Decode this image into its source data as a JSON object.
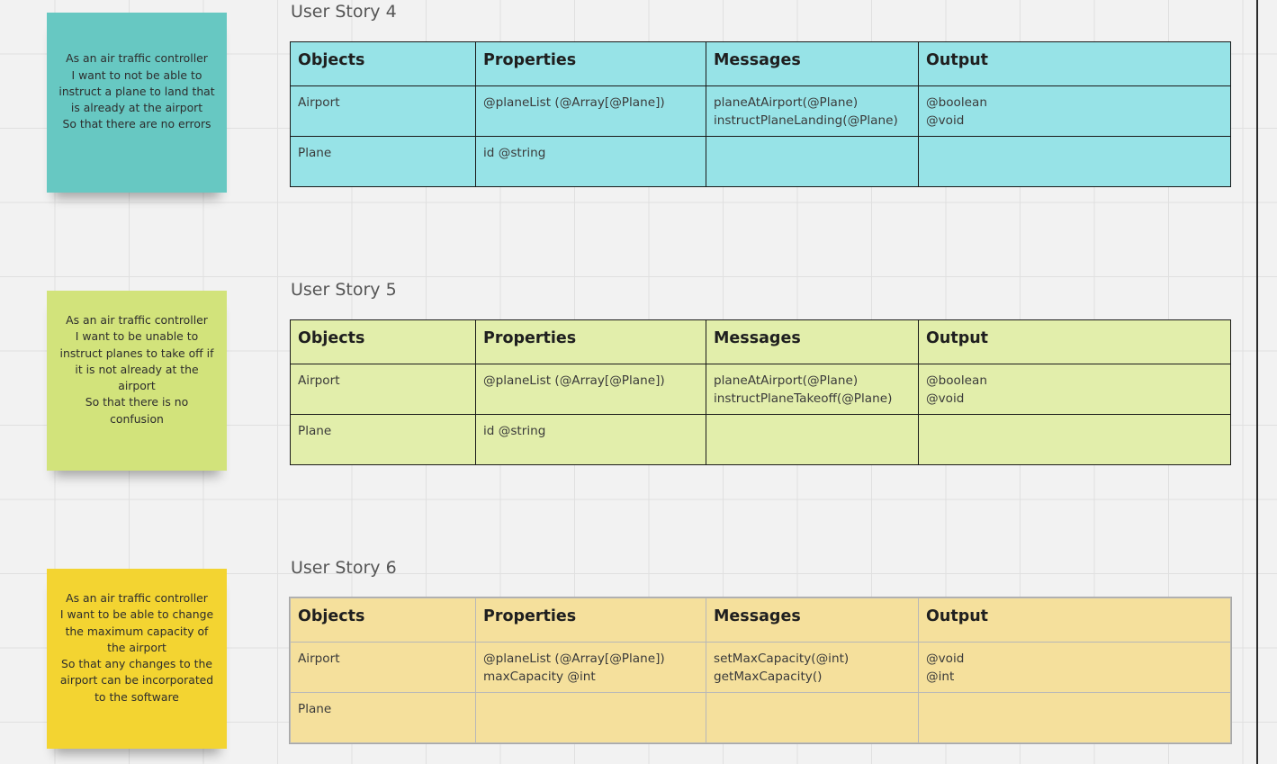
{
  "stories": [
    {
      "title": "User Story 4",
      "sticky_lines": [
        "As an air traffic controller",
        "I want to not be able to",
        "instruct a plane to land that",
        "is already at the airport",
        "So that there are no errors"
      ],
      "sticky_color": "#67c8c2",
      "table_color": "#97e3e7",
      "headers": [
        "Objects",
        "Properties",
        "Messages",
        "Output"
      ],
      "rows": [
        {
          "object": "Airport",
          "properties": [
            "@planeList (@Array[@Plane])"
          ],
          "messages": [
            "planeAtAirport(@Plane)",
            "instructPlaneLanding(@Plane)"
          ],
          "output": [
            "@boolean",
            "@void"
          ]
        },
        {
          "object": "Plane",
          "properties": [
            "id @string"
          ],
          "messages": [],
          "output": []
        }
      ]
    },
    {
      "title": "User Story 5",
      "sticky_lines": [
        "As an air traffic controller",
        "I want to be unable to",
        "instruct planes to take off if",
        "it is not already at the",
        "airport",
        "So that there is no",
        "confusion"
      ],
      "sticky_color": "#d2e37b",
      "table_color": "#e2eeab",
      "headers": [
        "Objects",
        "Properties",
        "Messages",
        "Output"
      ],
      "rows": [
        {
          "object": "Airport",
          "properties": [
            "@planeList (@Array[@Plane])"
          ],
          "messages": [
            "planeAtAirport(@Plane)",
            "instructPlaneTakeoff(@Plane)"
          ],
          "output": [
            "@boolean",
            "@void"
          ]
        },
        {
          "object": "Plane",
          "properties": [
            "id @string"
          ],
          "messages": [],
          "output": []
        }
      ]
    },
    {
      "title": "User Story 6",
      "sticky_lines": [
        "As an air traffic controller",
        "I want to be able to change",
        "the maximum capacity of",
        "the airport",
        "So that any changes to the",
        "airport can be incorporated",
        "to the software"
      ],
      "sticky_color": "#f3d431",
      "table_color": "#f5e09c",
      "headers": [
        "Objects",
        "Properties",
        "Messages",
        "Output"
      ],
      "rows": [
        {
          "object": "Airport",
          "properties": [
            "@planeList (@Array[@Plane])",
            "maxCapacity @int"
          ],
          "messages": [
            "setMaxCapacity(@int)",
            "getMaxCapacity()"
          ],
          "output": [
            "@void",
            "@int"
          ]
        },
        {
          "object": "Plane",
          "properties": [],
          "messages": [],
          "output": []
        }
      ]
    }
  ]
}
